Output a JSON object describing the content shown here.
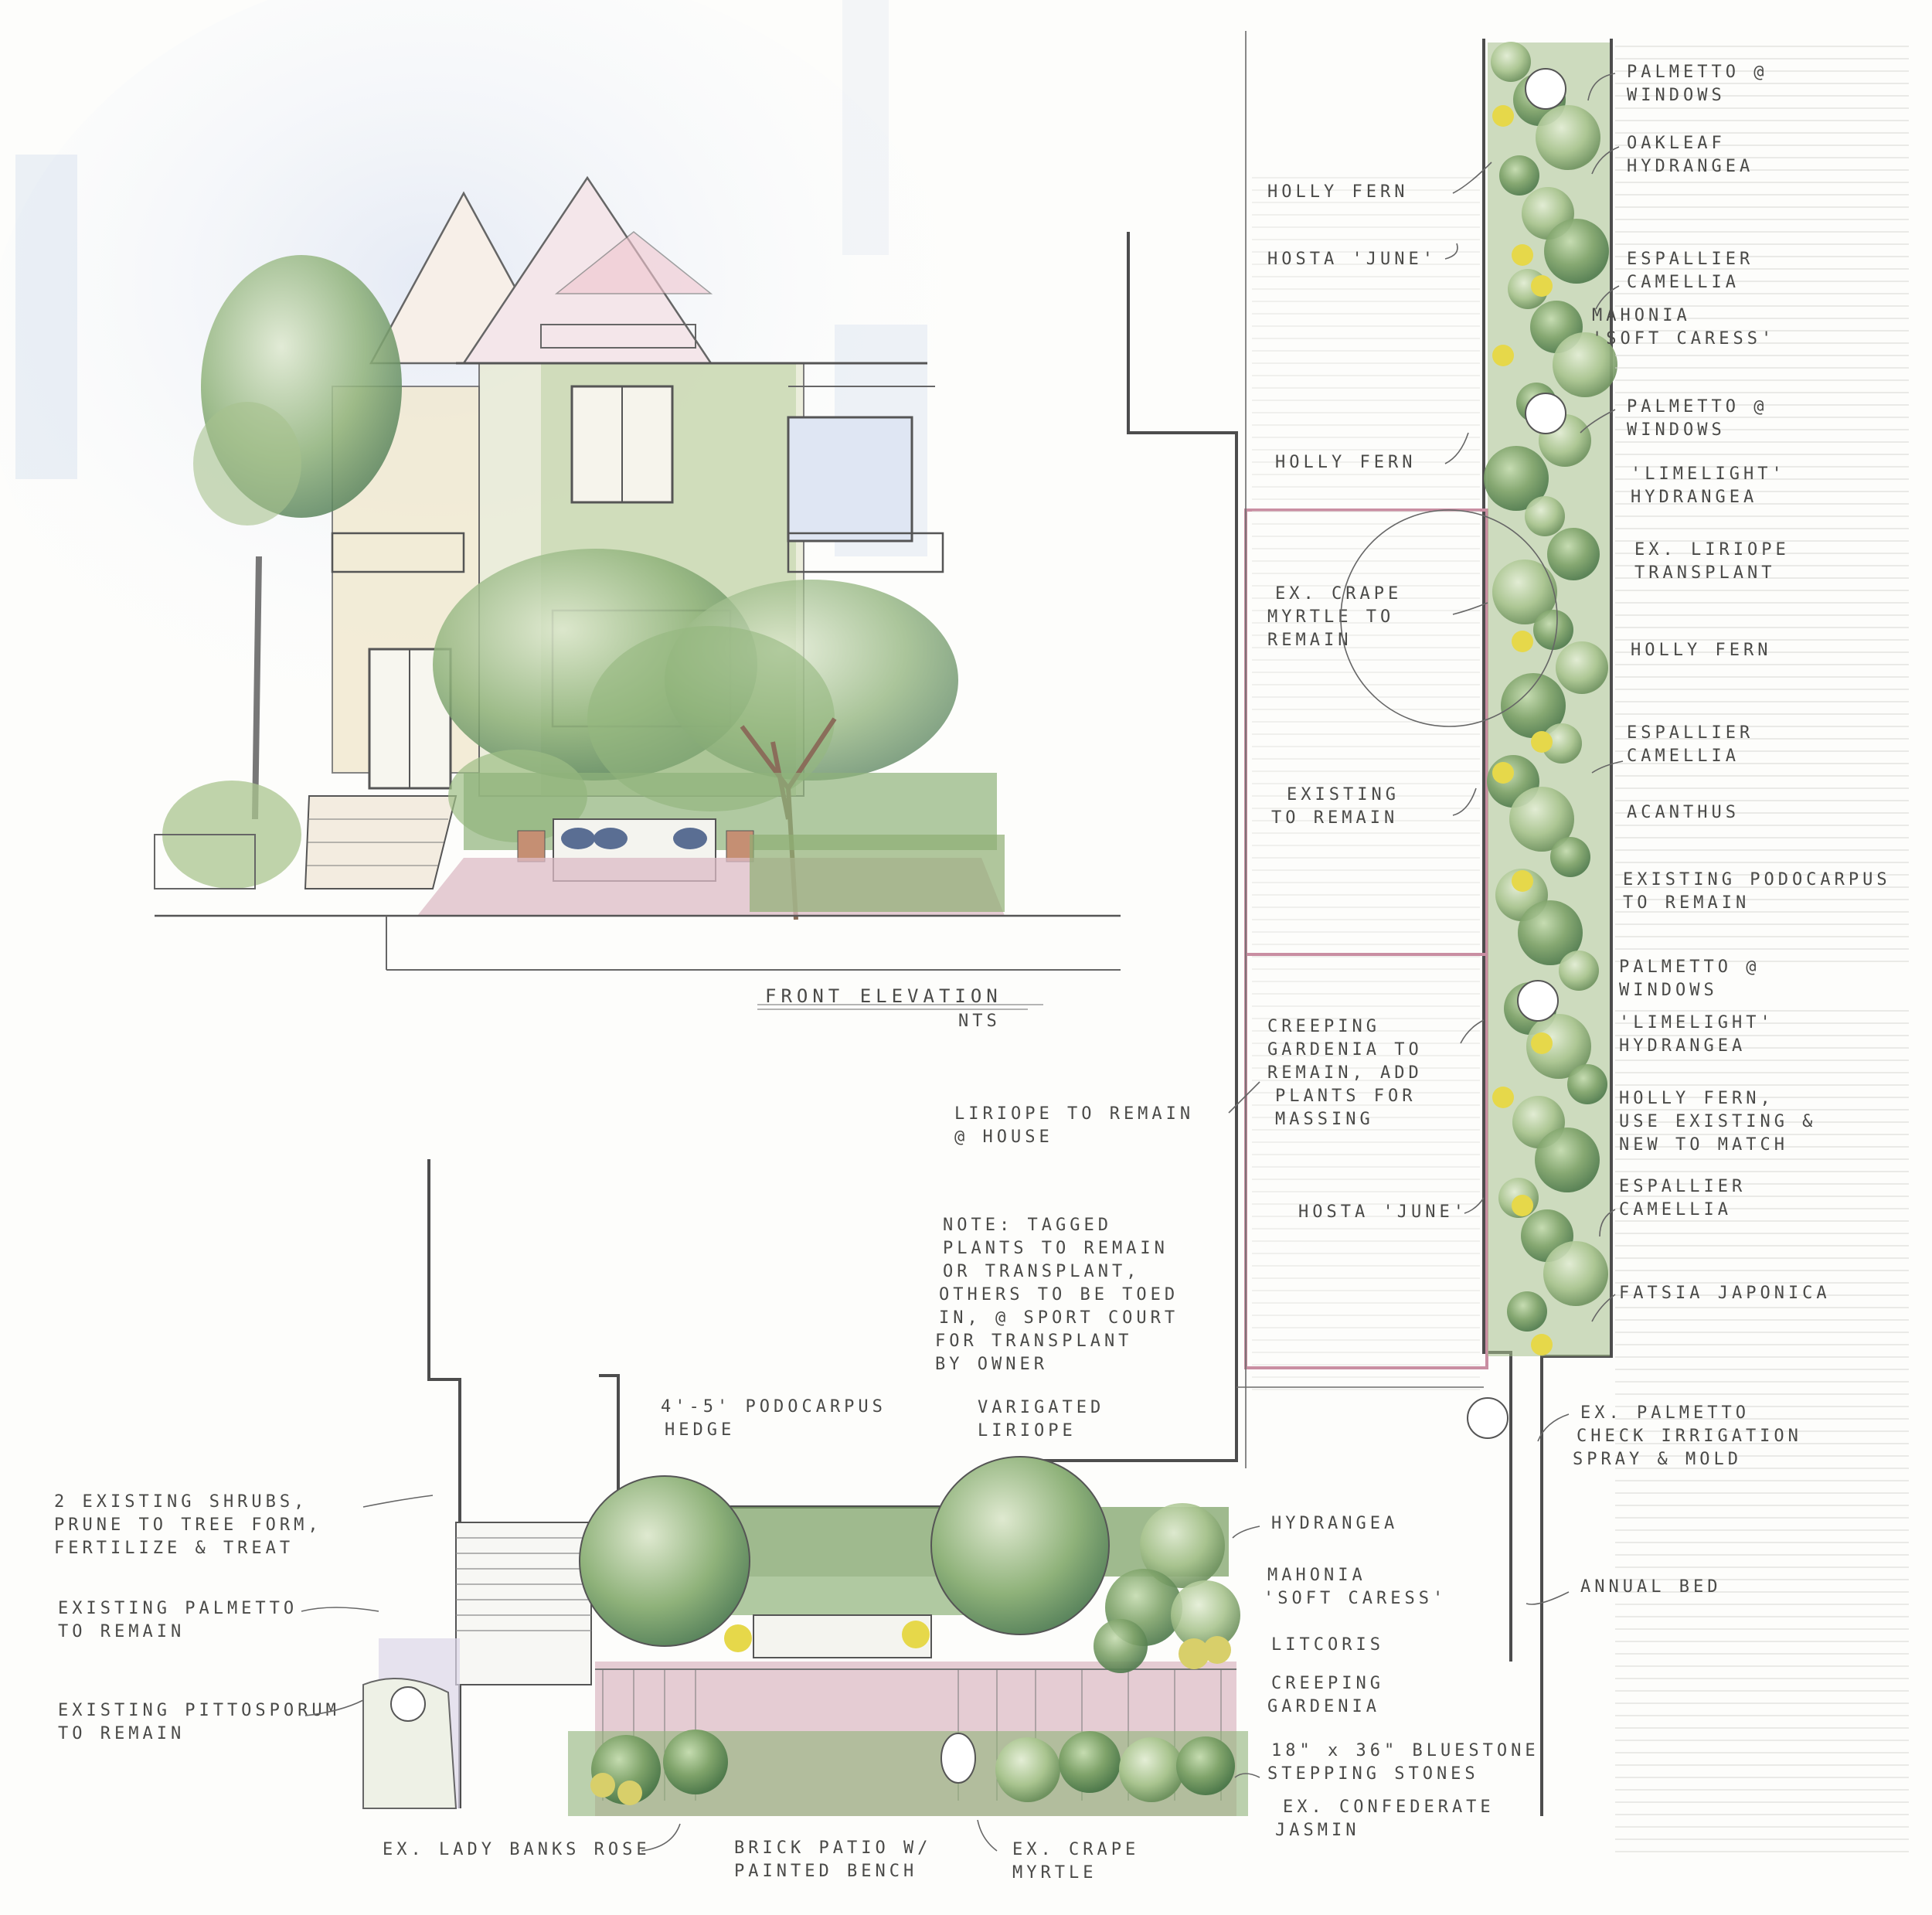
{
  "drawing": {
    "elevation_title": "FRONT ELEVATION",
    "elevation_scale": "NTS"
  },
  "side_labels": {
    "left": [
      "HOLLY FERN",
      "HOSTA 'JUNE'",
      "HOLLY FERN",
      "EX. CRAPE",
      "MYRTLE TO",
      "REMAIN",
      "EXISTING",
      "TO REMAIN",
      "CREEPING",
      "GARDENIA TO",
      "REMAIN, ADD",
      "PLANTS FOR",
      "MASSING",
      "HOSTA 'JUNE'"
    ],
    "right": [
      "PALMETTO @",
      "WINDOWS",
      "OAKLEAF",
      "HYDRANGEA",
      "ESPALLIER",
      "CAMELLIA",
      "MAHONIA",
      "'SOFT CARESS'",
      "PALMETTO @",
      "WINDOWS",
      "'LIMELIGHT'",
      "HYDRANGEA",
      "EX. LIRIOPE",
      "TRANSPLANT",
      "HOLLY FERN",
      "ESPALLIER",
      "CAMELLIA",
      "ACANTHUS",
      "EXISTING PODOCARPUS",
      "TO REMAIN",
      "PALMETTO @",
      "WINDOWS",
      "'LIMELIGHT'",
      "HYDRANGEA",
      "HOLLY FERN,",
      "USE EXISTING &",
      "NEW TO MATCH",
      "ESPALLIER",
      "CAMELLIA",
      "FATSIA JAPONICA",
      "EX. PALMETTO",
      "CHECK IRRIGATION",
      "SPRAY & MOLD",
      "ANNUAL BED"
    ]
  },
  "notes": {
    "liriope": [
      "LIRIOPE TO REMAIN",
      "@ HOUSE"
    ],
    "tagged": [
      "NOTE: TAGGED",
      "PLANTS TO REMAIN",
      "OR TRANSPLANT,",
      "OTHERS TO BE TOED",
      "IN, @ SPORT COURT",
      "FOR TRANSPLANT",
      "BY OWNER"
    ]
  },
  "front_labels": {
    "top": [
      "4'-5' PODOCARPUS",
      "HEDGE",
      "VARIGATED",
      "LIRIOPE"
    ],
    "left": [
      "2 EXISTING SHRUBS,",
      "PRUNE TO TREE FORM,",
      "FERTILIZE & TREAT",
      "EXISTING PALMETTO",
      "TO REMAIN",
      "EXISTING PITTOSPORUM",
      "TO REMAIN"
    ],
    "right": [
      "HYDRANGEA",
      "MAHONIA",
      "'SOFT CARESS'",
      "LITCORIS",
      "CREEPING",
      "GARDENIA",
      "18\" x 36\" BLUESTONE",
      "STEPPING STONES",
      "EX. CONFEDERATE",
      "JASMIN"
    ],
    "bottom": [
      "EX. LADY BANKS ROSE",
      "BRICK PATIO W/",
      "PAINTED BENCH",
      "EX. CRAPE",
      "MYRTLE"
    ]
  },
  "colors": {
    "foliage": "#7fa36a",
    "foliage_dark": "#4f7a4c",
    "accent_yellow": "#e6d84a",
    "brick": "#d9b7c0",
    "sky": "#c9d6ec",
    "line": "#4d4d4d"
  }
}
